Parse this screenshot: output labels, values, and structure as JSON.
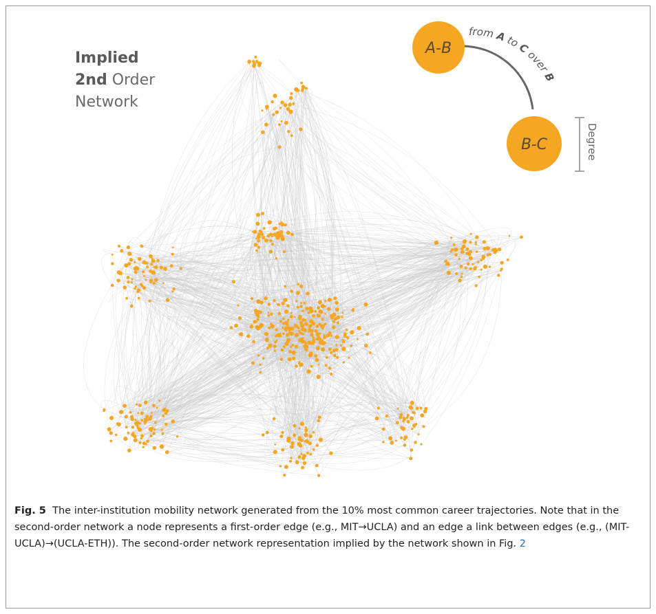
{
  "figure": {
    "title_line1": "Implied",
    "title_line2_bold": "2nd",
    "title_line2_rest": " Order",
    "title_line3": "Network",
    "legend": {
      "node_top": "A-B",
      "node_bottom": "B-C",
      "edge_label_parts": [
        "from ",
        "A",
        " to ",
        "C",
        " over ",
        "B"
      ],
      "degree_label": "Degree"
    },
    "colors": {
      "node": "#f5a623",
      "edge": "#c9c9c9",
      "legend_edge": "#666666",
      "text": "#5f5f5f"
    }
  },
  "caption": {
    "label": "Fig. 5",
    "text": "The inter-institution mobility network generated from the 10% most common career trajectories. Note that in the second-order network a node represents a first-order edge (e.g., MIT→UCLA) and an edge a link between edges (e.g., (MIT-UCLA)→(UCLA-ETH)). The second-order network representation implied by the network shown in Fig. ",
    "ref": "2"
  }
}
